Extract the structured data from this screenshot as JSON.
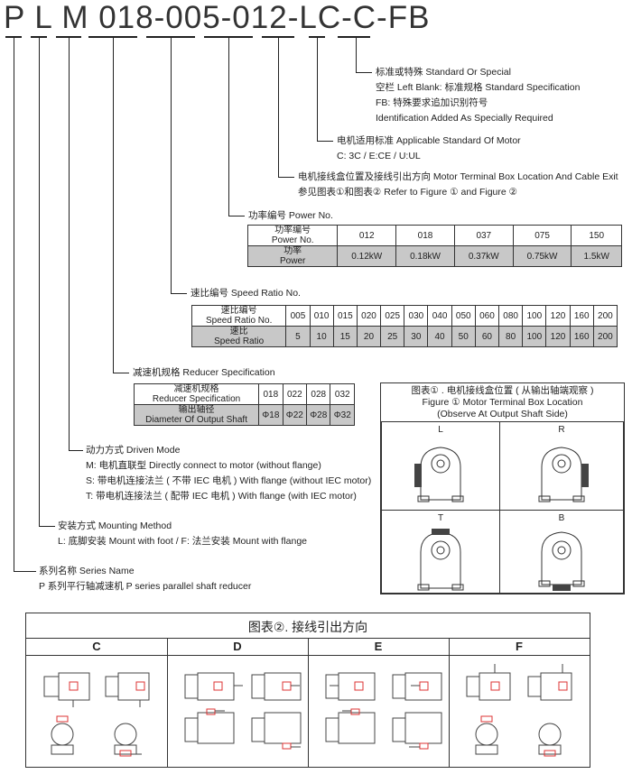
{
  "model_code": "P L M 018-005-012-LC-C-FB",
  "annotations": {
    "special": [
      "标准或特殊 Standard Or Special",
      "空栏 Left Blank: 标准规格 Standard Specification",
      "FB: 特殊要求追加识别符号",
      "Identification Added As Specially Required"
    ],
    "standard": [
      "电机适用标准 Applicable Standard Of Motor",
      "C: 3C / E:CE / U:UL"
    ],
    "terminal": [
      "电机接线盒位置及接线引出方向 Motor Terminal Box Location And Cable Exit",
      "参见图表①和图表② Refer to Figure ① and Figure ②"
    ],
    "power": "功率编号 Power No.",
    "ratio": "速比编号 Speed Ratio No.",
    "reducer": "减速机规格 Reducer Specification",
    "driven": [
      "动力方式 Driven Mode",
      "M: 电机直联型  Directly connect to motor (without flange)",
      "S: 带电机连接法兰 ( 不带 IEC 电机 ) With flange (without IEC motor)",
      "T: 带电机连接法兰 ( 配带 IEC 电机 ) With flange (with IEC motor)"
    ],
    "mounting": [
      "安装方式 Mounting Method",
      "L: 底脚安装 Mount with foot / F: 法兰安装 Mount with flange"
    ],
    "series": [
      "系列名称 Series Name",
      "P 系列平行轴减速机 P series parallel shaft reducer"
    ]
  },
  "power_table": {
    "row1_head": [
      "功率编号",
      "Power No."
    ],
    "row1": [
      "012",
      "018",
      "037",
      "075",
      "150"
    ],
    "row2_head": [
      "功率",
      "Power"
    ],
    "row2": [
      "0.12kW",
      "0.18kW",
      "0.37kW",
      "0.75kW",
      "1.5kW"
    ]
  },
  "ratio_table": {
    "row1_head": [
      "速比编号",
      "Speed Ratio No."
    ],
    "row1": [
      "005",
      "010",
      "015",
      "020",
      "025",
      "030",
      "040",
      "050",
      "060",
      "080",
      "100",
      "120",
      "160",
      "200"
    ],
    "row2_head": [
      "速比",
      "Speed Ratio"
    ],
    "row2": [
      "5",
      "10",
      "15",
      "20",
      "25",
      "30",
      "40",
      "50",
      "60",
      "80",
      "100",
      "120",
      "160",
      "200"
    ]
  },
  "reducer_table": {
    "row1_head": [
      "减速机规格",
      "Reducer Specification"
    ],
    "row1": [
      "018",
      "022",
      "028",
      "032"
    ],
    "row2_head": [
      "输出轴径",
      "Diameter Of Output Shaft"
    ],
    "row2": [
      "Φ18",
      "Φ22",
      "Φ28",
      "Φ32"
    ]
  },
  "figure1": {
    "title": [
      "图表① . 电机接线盒位置 ( 从输出轴端观察 )",
      "Figure ① Motor Terminal Box Location",
      "(Observe At Output Shaft Side)"
    ],
    "cells": [
      "L",
      "R",
      "T",
      "B"
    ]
  },
  "figure2": {
    "title": "图表②. 接线引出方向",
    "columns": [
      "C",
      "D",
      "E",
      "F"
    ]
  }
}
